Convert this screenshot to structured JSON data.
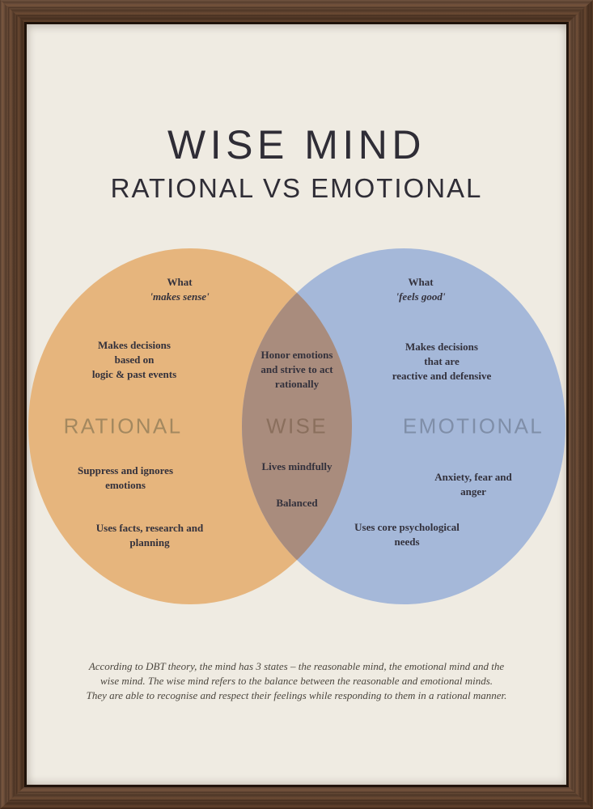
{
  "poster": {
    "title": "WISE MIND",
    "subtitle": "RATIONAL VS EMOTIONAL",
    "caption": "According to DBT theory, the mind has 3 states – the reasonable mind, the emotional mind and the\nwise mind. The wise mind refers to the balance between the reasonable and emotional minds.\nThey are able to recognise and respect their feelings while responding to them in a rational manner."
  },
  "venn": {
    "left": {
      "label": "RATIONAL",
      "what_line1": "What",
      "what_line2": "'makes sense'",
      "point1": "Makes decisions\nbased on\nlogic & past events",
      "point2": "Suppress and ignores\nemotions",
      "point3": "Uses facts, research and\nplanning"
    },
    "center": {
      "label": "WISE",
      "point1": "Honor emotions\nand strive to act\nrationally",
      "point2": "Lives mindfully",
      "point3": "Balanced"
    },
    "right": {
      "label": "EMOTIONAL",
      "what_line1": "What",
      "what_line2": "'feels good'",
      "point1": "Makes decisions\nthat are\nreactive and defensive",
      "point2": "Anxiety, fear and anger",
      "point3": "Uses core psychological\nneeds"
    }
  },
  "colors": {
    "left_circle": "#E6B57D",
    "right_circle": "#A5B8D9",
    "overlap": "#A98C7D",
    "poster_background": "#EFEBE2",
    "title_text": "#2F2D36",
    "body_text": "#33313C",
    "label_rational": "#A3885F",
    "label_wise": "#8A6F5D",
    "label_emotional": "#7F8EA8",
    "frame_wood": "#61402A"
  }
}
